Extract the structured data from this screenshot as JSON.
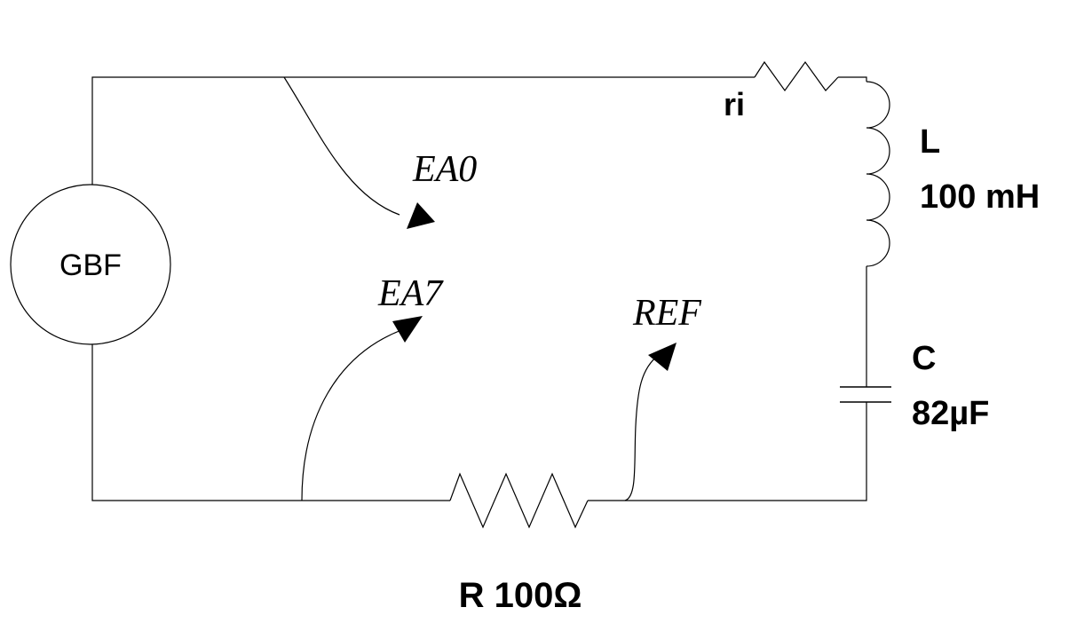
{
  "source": {
    "label": "GBF"
  },
  "components": {
    "internal_resistance": {
      "name": "ri"
    },
    "inductor": {
      "name": "L",
      "value": "100 mH"
    },
    "capacitor": {
      "name": "C",
      "value": "82µF"
    },
    "resistor": {
      "label": "R 100Ω"
    }
  },
  "probes": {
    "ea0": "EA0",
    "ea7": "EA7",
    "ref": "REF"
  }
}
